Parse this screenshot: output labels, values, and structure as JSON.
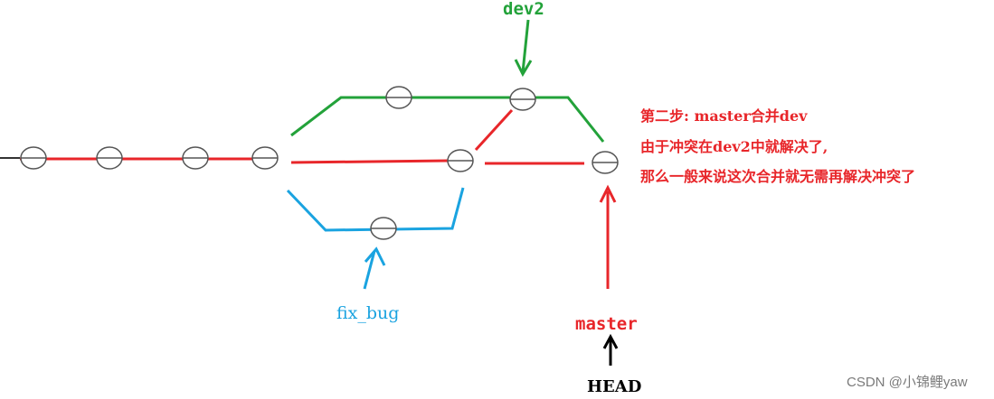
{
  "labels": {
    "dev2": "dev2",
    "fix_bug": "fix_bug",
    "master": "master",
    "head": "HEAD"
  },
  "annotation": {
    "line1": "第二步: master合并dev",
    "line2": "由于冲突在dev2中就解决了,",
    "line3": "那么一般来说这次合并就无需再解决冲突了"
  },
  "watermark": "CSDN @小锦鲤yaw",
  "colors": {
    "master_branch": "#e8262a",
    "dev2_branch": "#23a23a",
    "fix_bug_branch": "#1aa3e0",
    "annotation": "#e8262a",
    "head_arrow": "#000000"
  }
}
